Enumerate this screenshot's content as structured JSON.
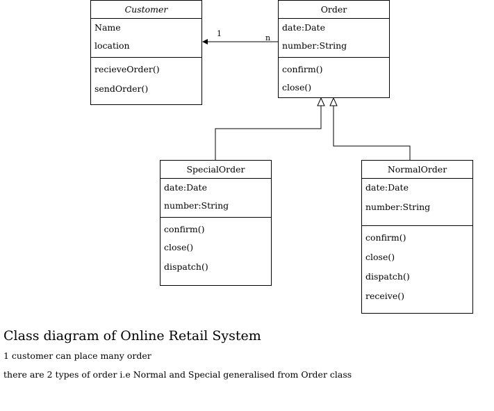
{
  "diagram": {
    "classes": {
      "customer": {
        "name": "Customer",
        "attributes": [
          "Name",
          "location"
        ],
        "operations": [
          "recieveOrder()",
          "sendOrder()"
        ]
      },
      "order": {
        "name": "Order",
        "attributes": [
          "date:Date",
          "number:String"
        ],
        "operations": [
          "confirm()",
          "close()"
        ]
      },
      "special_order": {
        "name": "SpecialOrder",
        "attributes": [
          "date:Date",
          "number:String"
        ],
        "operations": [
          "confirm()",
          "close()",
          "dispatch()"
        ]
      },
      "normal_order": {
        "name": "NormalOrder",
        "attributes": [
          "date:Date",
          "number:String"
        ],
        "operations": [
          "confirm()",
          "close()",
          "dispatch()",
          "receive()"
        ]
      }
    },
    "association": {
      "from": "Order",
      "to": "Customer",
      "multiplicity_customer": "1",
      "multiplicity_order": "n"
    },
    "generalizations": [
      {
        "child": "SpecialOrder",
        "parent": "Order"
      },
      {
        "child": "NormalOrder",
        "parent": "Order"
      }
    ]
  },
  "caption": {
    "title": "Class diagram of Online Retail System",
    "lines": [
      "1 customer can place many order",
      "there are 2 types of order i.e Normal and Special generalised from Order class"
    ]
  }
}
